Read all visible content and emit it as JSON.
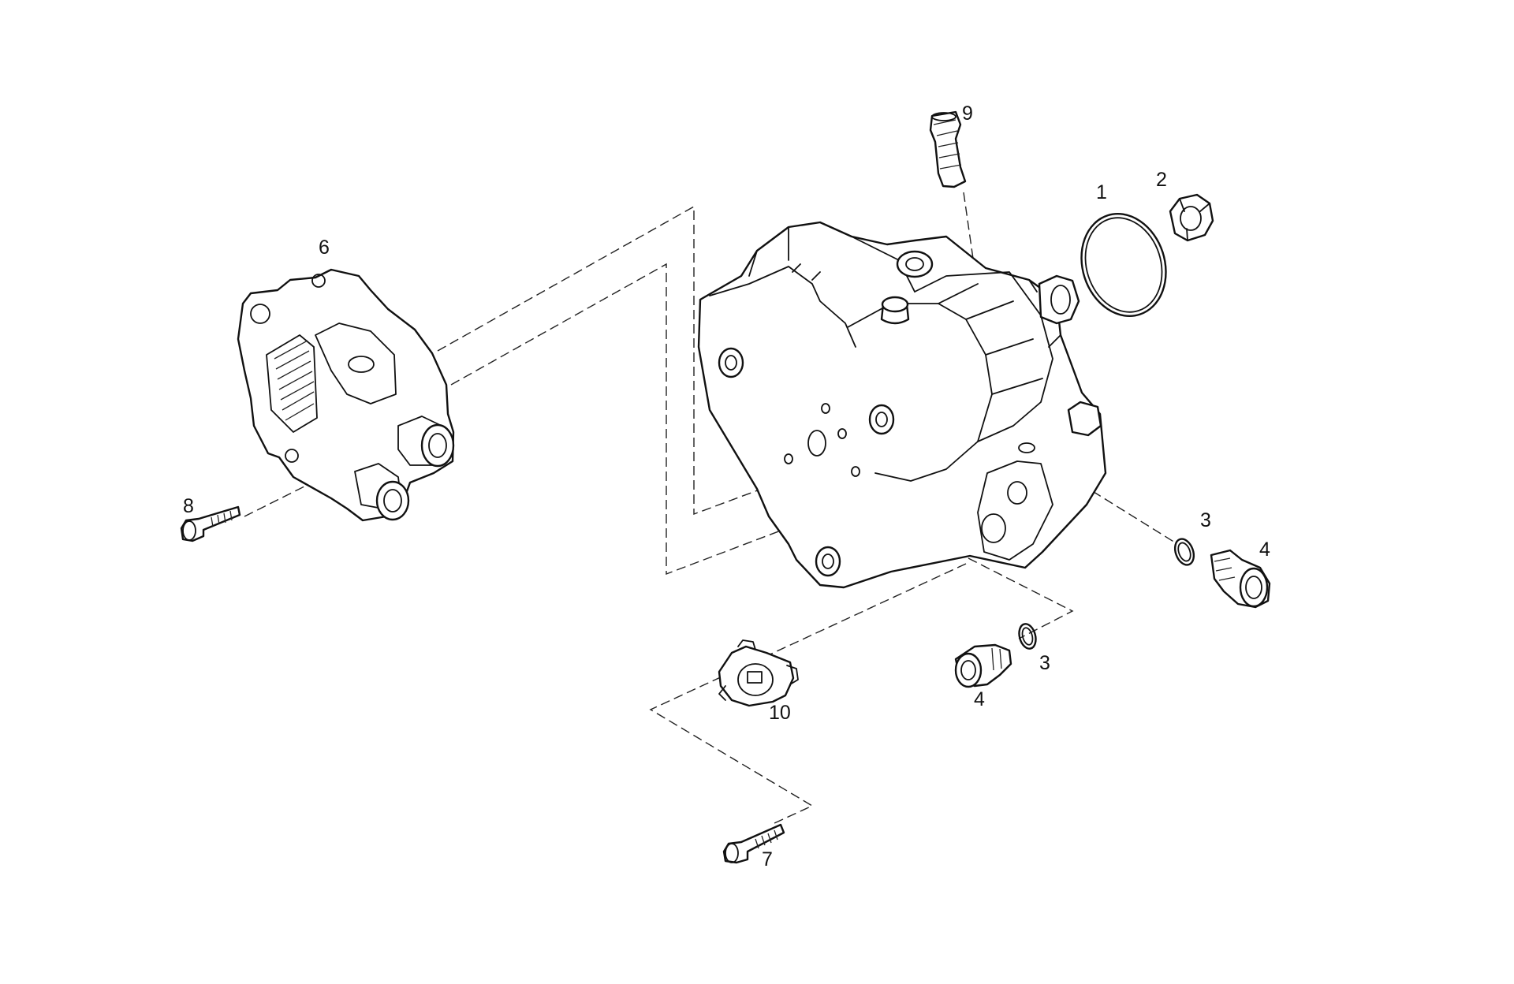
{
  "diagram": {
    "type": "exploded parts diagram",
    "callouts": [
      {
        "id": "c1",
        "text": "1"
      },
      {
        "id": "c2",
        "text": "2"
      },
      {
        "id": "c3a",
        "text": "3"
      },
      {
        "id": "c3b",
        "text": "3"
      },
      {
        "id": "c4a",
        "text": "4"
      },
      {
        "id": "c4b",
        "text": "4"
      },
      {
        "id": "c6",
        "text": "6"
      },
      {
        "id": "c7",
        "text": "7"
      },
      {
        "id": "c8",
        "text": "8"
      },
      {
        "id": "c9",
        "text": "9"
      },
      {
        "id": "c10",
        "text": "10"
      }
    ],
    "line_color": "#111111",
    "background": "#ffffff"
  }
}
